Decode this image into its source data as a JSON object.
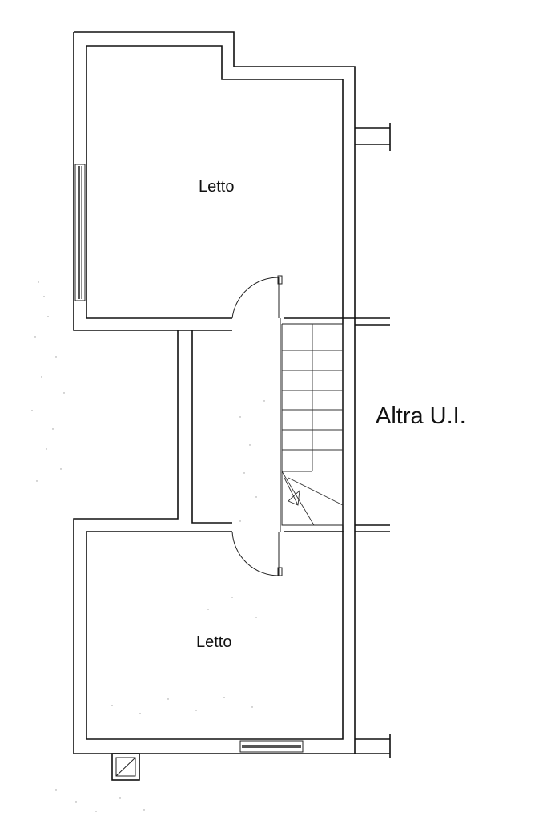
{
  "rooms": {
    "top": {
      "label": "Letto"
    },
    "bottom": {
      "label": "Letto"
    }
  },
  "other_unit": {
    "label": "Altra U.I."
  },
  "colors": {
    "walls": "#111111",
    "background": "#ffffff"
  },
  "icons": [
    "staircase-icon",
    "door-swing-icon",
    "window-icon",
    "flue-shaft-icon"
  ]
}
